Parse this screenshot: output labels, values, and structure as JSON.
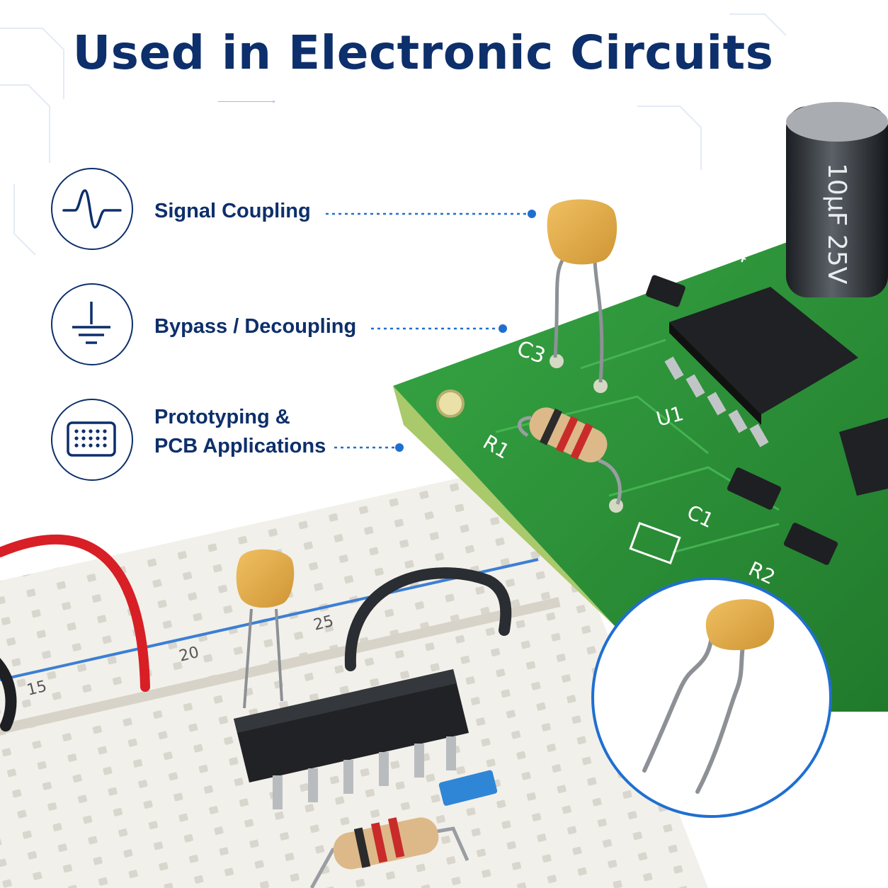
{
  "title": "Used in Electronic Circuits",
  "colors": {
    "title": "#0d2f6b",
    "accent": "#1f6fd1",
    "pcb_green": "#2d9a3c",
    "capacitor_yellow": "#e6b04a",
    "breadboard": "#f2f0ea"
  },
  "features": [
    {
      "icon": "sine-wave-icon",
      "label": "Signal Coupling"
    },
    {
      "icon": "ground-symbol-icon",
      "label": "Bypass / Decoupling"
    },
    {
      "icon": "breadboard-grid-icon",
      "label_line1": "Prototyping &",
      "label_line2": "PCB Applications"
    }
  ],
  "pcb_silkscreen": {
    "c3": "C3",
    "r1": "R1",
    "u1": "U1",
    "c1": "C1",
    "r2": "R2",
    "r4": "R4",
    "electrolytic_marking": "10µF 25V"
  },
  "breadboard_numbers": [
    "15",
    "20",
    "25"
  ]
}
